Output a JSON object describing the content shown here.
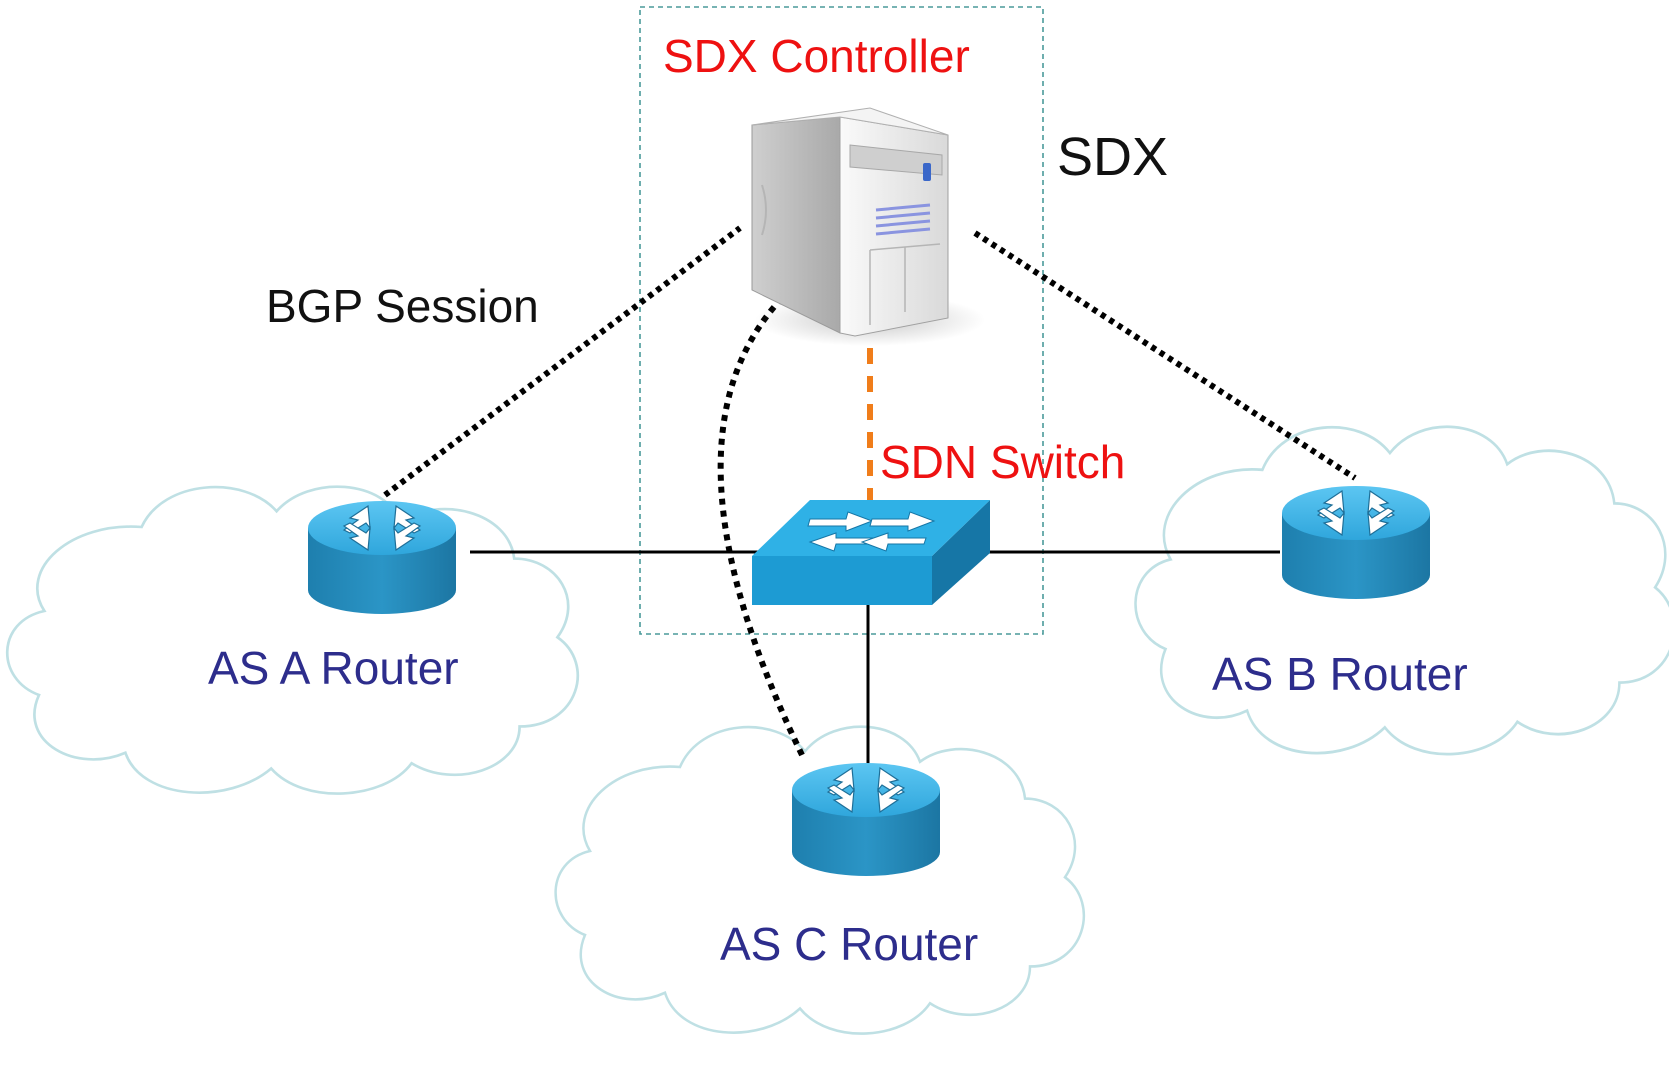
{
  "labels": {
    "sdx_controller": "SDX Controller",
    "sdx": "SDX",
    "bgp_session": "BGP Session",
    "sdn_switch": "SDN Switch",
    "as_a_router": "AS A Router",
    "as_b_router": "AS B Router",
    "as_c_router": "AS C Router"
  },
  "colors": {
    "controller_label": "#ee1111",
    "switch_label": "#ee1111",
    "router_label": "#2d2d8c",
    "sdx_box_border": "#4a9a9a",
    "cloud_stroke": "#bfe0e4",
    "device_blue": "#2b9fd6",
    "bgp_link": "#000000",
    "control_link": "#f07d1a",
    "data_link": "#000000"
  },
  "icons": {
    "server": "server-icon",
    "switch": "switch-icon",
    "router": "router-icon",
    "cloud": "cloud-icon"
  }
}
